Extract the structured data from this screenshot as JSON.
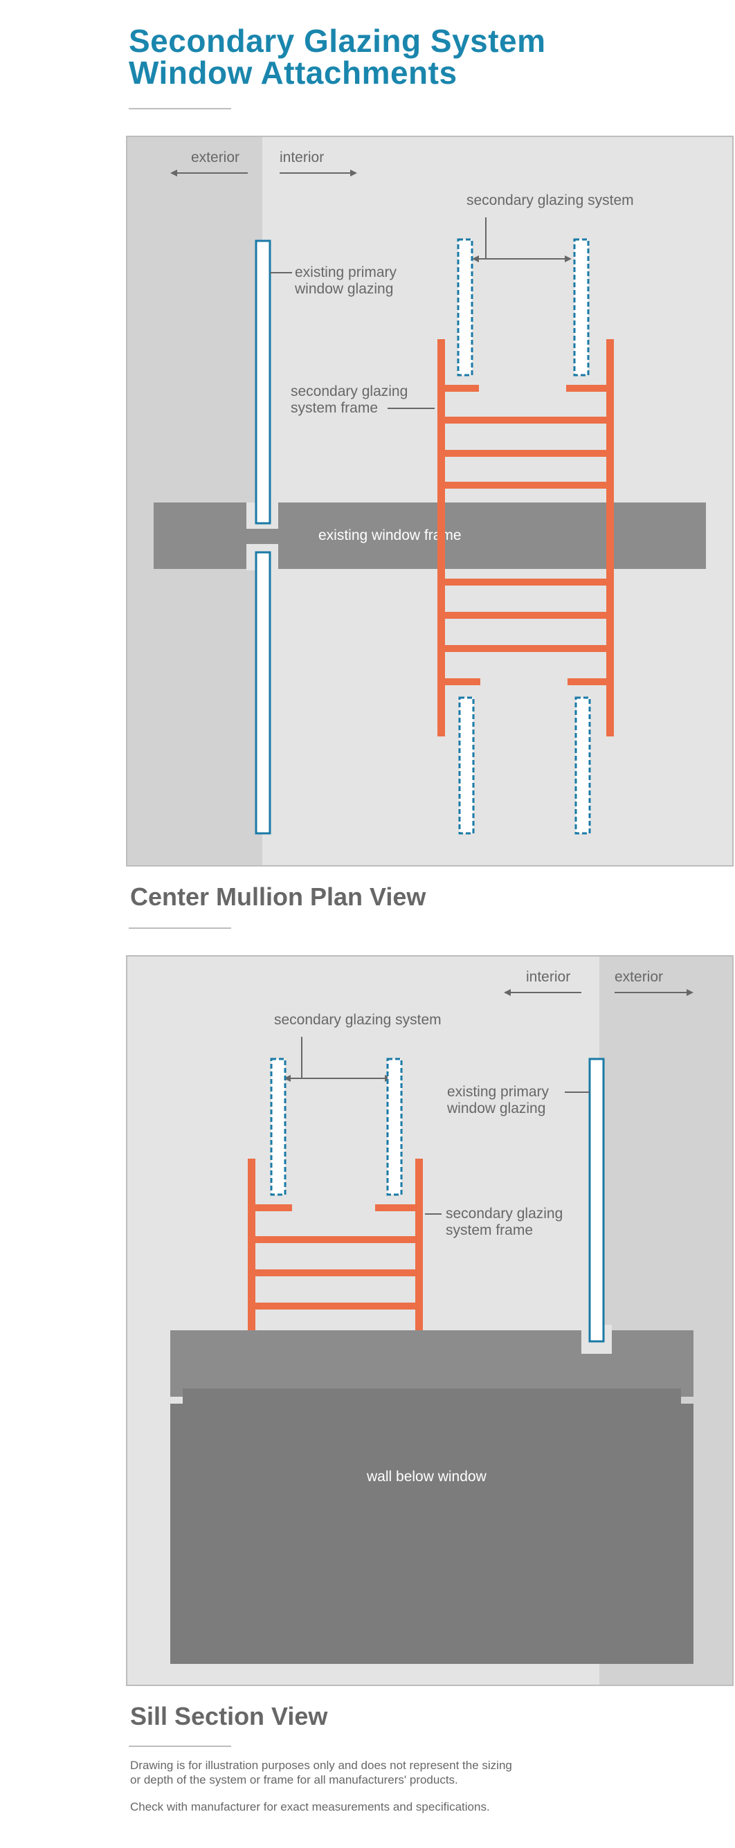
{
  "header": {
    "title_line1": "Secondary Glazing System",
    "title_line2": "Window Attachments"
  },
  "plan_view": {
    "title": "Center Mullion Plan View",
    "exterior_label": "exterior",
    "interior_label": "interior",
    "secondary_system_label": "secondary glazing system",
    "primary_glazing_label": [
      "existing primary",
      "window glazing"
    ],
    "frame_label": [
      "secondary glazing",
      "system frame"
    ],
    "window_frame_label": "existing window frame"
  },
  "sill_view": {
    "title": "Sill Section View",
    "interior_label": "interior",
    "exterior_label": "exterior",
    "secondary_system_label": "secondary glazing system",
    "primary_glazing_label": [
      "existing primary",
      "window glazing"
    ],
    "frame_label": [
      "secondary glazing",
      "system frame"
    ],
    "wall_label": "wall below window"
  },
  "notes": {
    "disclaimer_line1": "Drawing is for illustration purposes only and does not represent the sizing",
    "disclaimer_line2": "or depth of the system or frame for all manufacturers' products.",
    "check": "Check with manufacturer for exact measurements and specifications."
  },
  "colors": {
    "title_blue": "#1a86ad",
    "glazing_blue": "#1a7aa6",
    "frame_orange": "#ec6f47",
    "exterior_gray": "#d2d2d2",
    "interior_gray": "#e4e4e4",
    "window_frame_gray": "#8c8c8c",
    "wall_gray": "#7c7c7c",
    "text_gray": "#676767"
  }
}
